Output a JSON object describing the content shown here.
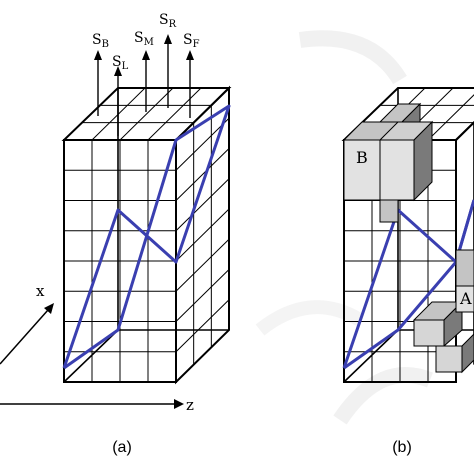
{
  "panels": {
    "a": {
      "caption": "(a)"
    },
    "b": {
      "caption": "(b)"
    }
  },
  "axes": {
    "x": "x",
    "z": "z"
  },
  "signals": [
    {
      "base": "S",
      "sub": "B"
    },
    {
      "base": "S",
      "sub": "L"
    },
    {
      "base": "S",
      "sub": "M"
    },
    {
      "base": "S",
      "sub": "R"
    },
    {
      "base": "S",
      "sub": "F"
    }
  ],
  "blocks": {
    "b": "B",
    "a": "A"
  },
  "colors": {
    "path": "#3a3fb0",
    "grid": "#000000",
    "block_light": "#e2e2e2",
    "block_mid": "#c4c4c4",
    "block_dark": "#7a7a7a",
    "watermark": "#e9e9e9"
  }
}
